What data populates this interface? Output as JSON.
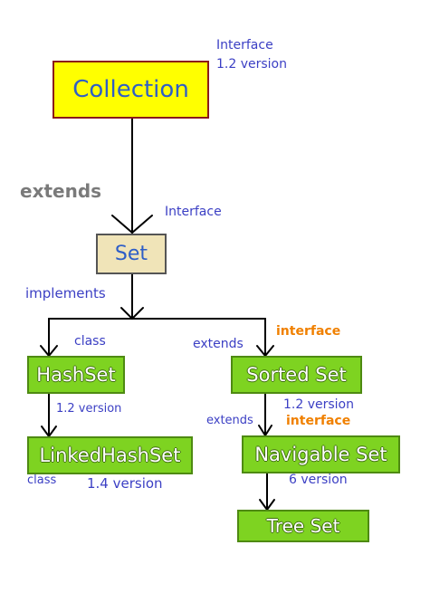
{
  "nodes": {
    "collection": "Collection",
    "set": "Set",
    "hashset": "HashSet",
    "linkedhashset": "LinkedHashSet",
    "sortedset": "Sorted Set",
    "navigableset": "Navigable Set",
    "treeset": "Tree Set"
  },
  "labels": {
    "interface_top": "Interface",
    "version_top": "1.2 version",
    "extends_main": "extends",
    "interface_set": "Interface",
    "implements": "implements",
    "class_hash": "class",
    "extends_sorted": "extends",
    "interface_sorted": "interface",
    "version_hash": "1.2 version",
    "version_sorted": "1.2 version",
    "extends_nav": "extends",
    "interface_nav": "interface",
    "class_linked": "class",
    "version_linked": "1.4 version",
    "version_nav": "6 version"
  },
  "colors": {
    "collection_fill": "#ffff00",
    "collection_border": "#8b1a1a",
    "set_fill": "#f0e4b8",
    "class_fill": "#7ed321",
    "label_blue": "#3b3fc4",
    "label_orange": "#f08000",
    "label_gray": "#7a7a7a"
  }
}
